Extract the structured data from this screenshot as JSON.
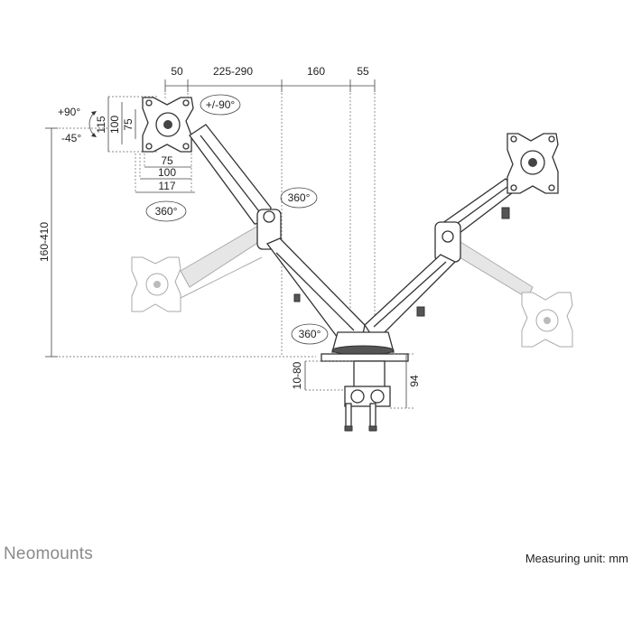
{
  "dimensions": {
    "top": [
      "50",
      "225-290",
      "160",
      "55"
    ],
    "rotation_tilt_up": "+90°",
    "rotation_tilt_down": "-45°",
    "rotation_swivel": "+/-90°",
    "vesa_vertical": [
      "115",
      "100",
      "75"
    ],
    "vesa_horizontal": [
      "75",
      "100",
      "117"
    ],
    "rotate_360": "360°",
    "height_range": "160-410",
    "clamp_range": "10-80",
    "clamp_height": "94"
  },
  "footer": {
    "brand": "Neomounts",
    "measuring_unit": "Measuring unit: mm"
  }
}
